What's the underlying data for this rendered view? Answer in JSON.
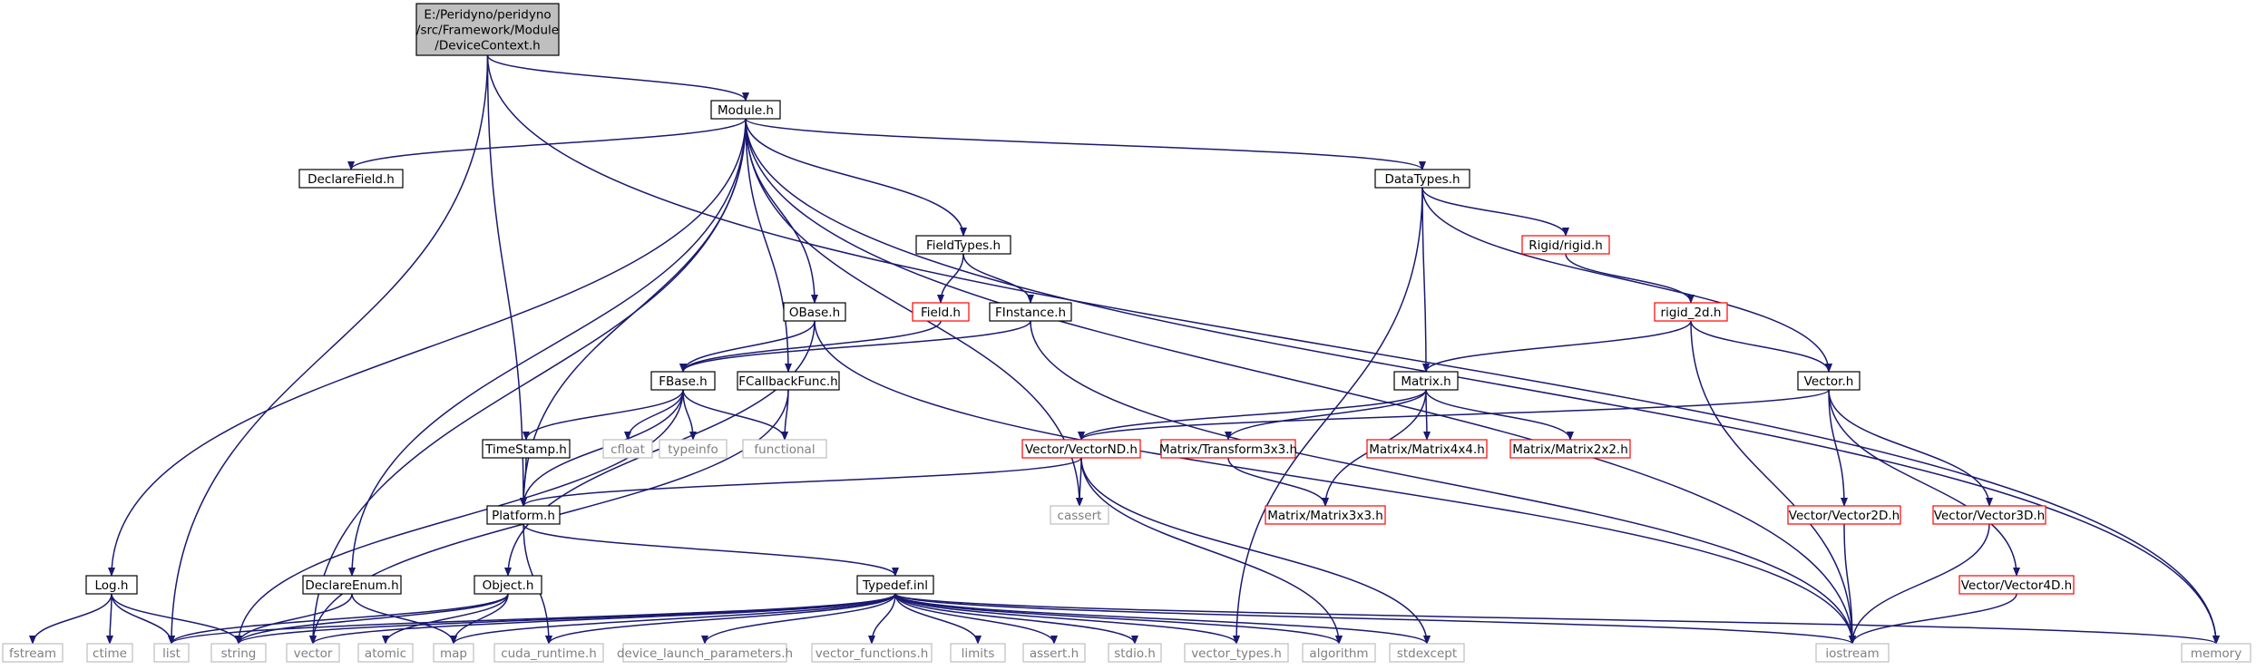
{
  "colors": {
    "edge": "#191970",
    "normal_border": "#000000",
    "external_border": "#bfbfbf",
    "external_text": "#7f7f7f",
    "incomplete_border": "#ff0000",
    "root_fill": "#bfbfbf",
    "node_fill": "#ffffff"
  },
  "nodes": [
    {
      "id": "root",
      "kind": "root",
      "lines": [
        "E:/Peridyno/peridyno",
        "/src/Framework/Module",
        "/DeviceContext.h"
      ]
    },
    {
      "id": "module",
      "kind": "normal",
      "lines": [
        "Module.h"
      ]
    },
    {
      "id": "declarefield",
      "kind": "normal",
      "lines": [
        "DeclareField.h"
      ]
    },
    {
      "id": "datatypes",
      "kind": "normal",
      "lines": [
        "DataTypes.h"
      ]
    },
    {
      "id": "fieldtypes",
      "kind": "normal",
      "lines": [
        "FieldTypes.h"
      ]
    },
    {
      "id": "rigid",
      "kind": "incomplete",
      "lines": [
        "Rigid/rigid.h"
      ]
    },
    {
      "id": "obase",
      "kind": "normal",
      "lines": [
        "OBase.h"
      ]
    },
    {
      "id": "field",
      "kind": "incomplete",
      "lines": [
        "Field.h"
      ]
    },
    {
      "id": "finstance",
      "kind": "normal",
      "lines": [
        "FInstance.h"
      ]
    },
    {
      "id": "rigid2d",
      "kind": "incomplete",
      "lines": [
        "rigid_2d.h"
      ]
    },
    {
      "id": "fbase",
      "kind": "normal",
      "lines": [
        "FBase.h"
      ]
    },
    {
      "id": "fcallback",
      "kind": "normal",
      "lines": [
        "FCallbackFunc.h"
      ]
    },
    {
      "id": "matrix",
      "kind": "normal",
      "lines": [
        "Matrix.h"
      ]
    },
    {
      "id": "vector",
      "kind": "normal",
      "lines": [
        "Vector.h"
      ]
    },
    {
      "id": "timestamp",
      "kind": "normal",
      "lines": [
        "TimeStamp.h"
      ]
    },
    {
      "id": "cfloat",
      "kind": "external",
      "lines": [
        "cfloat"
      ]
    },
    {
      "id": "typeinfo",
      "kind": "external",
      "lines": [
        "typeinfo"
      ]
    },
    {
      "id": "functional",
      "kind": "external",
      "lines": [
        "functional"
      ]
    },
    {
      "id": "vectornd",
      "kind": "incomplete",
      "lines": [
        "Vector/VectorND.h"
      ]
    },
    {
      "id": "transform3x3",
      "kind": "incomplete",
      "lines": [
        "Matrix/Transform3x3.h"
      ]
    },
    {
      "id": "matrix4x4",
      "kind": "incomplete",
      "lines": [
        "Matrix/Matrix4x4.h"
      ]
    },
    {
      "id": "matrix2x2",
      "kind": "incomplete",
      "lines": [
        "Matrix/Matrix2x2.h"
      ]
    },
    {
      "id": "platform",
      "kind": "normal",
      "lines": [
        "Platform.h"
      ]
    },
    {
      "id": "cassert",
      "kind": "external",
      "lines": [
        "cassert"
      ]
    },
    {
      "id": "matrix3x3",
      "kind": "incomplete",
      "lines": [
        "Matrix/Matrix3x3.h"
      ]
    },
    {
      "id": "vector2d",
      "kind": "incomplete",
      "lines": [
        "Vector/Vector2D.h"
      ]
    },
    {
      "id": "vector3d",
      "kind": "incomplete",
      "lines": [
        "Vector/Vector3D.h"
      ]
    },
    {
      "id": "log",
      "kind": "normal",
      "lines": [
        "Log.h"
      ]
    },
    {
      "id": "declareenum",
      "kind": "normal",
      "lines": [
        "DeclareEnum.h"
      ]
    },
    {
      "id": "object",
      "kind": "normal",
      "lines": [
        "Object.h"
      ]
    },
    {
      "id": "typedef",
      "kind": "normal",
      "lines": [
        "Typedef.inl"
      ]
    },
    {
      "id": "vector4d",
      "kind": "incomplete",
      "lines": [
        "Vector/Vector4D.h"
      ]
    },
    {
      "id": "fstream",
      "kind": "external",
      "lines": [
        "fstream"
      ]
    },
    {
      "id": "ctime",
      "kind": "external",
      "lines": [
        "ctime"
      ]
    },
    {
      "id": "list",
      "kind": "external",
      "lines": [
        "list"
      ]
    },
    {
      "id": "string",
      "kind": "external",
      "lines": [
        "string"
      ]
    },
    {
      "id": "vectorstd",
      "kind": "external",
      "lines": [
        "vector"
      ]
    },
    {
      "id": "atomic",
      "kind": "external",
      "lines": [
        "atomic"
      ]
    },
    {
      "id": "map",
      "kind": "external",
      "lines": [
        "map"
      ]
    },
    {
      "id": "cudaruntime",
      "kind": "external",
      "lines": [
        "cuda_runtime.h"
      ]
    },
    {
      "id": "devicelaunch",
      "kind": "external",
      "lines": [
        "device_launch_parameters.h"
      ]
    },
    {
      "id": "vectorfunctions",
      "kind": "external",
      "lines": [
        "vector_functions.h"
      ]
    },
    {
      "id": "limits",
      "kind": "external",
      "lines": [
        "limits"
      ]
    },
    {
      "id": "assert",
      "kind": "external",
      "lines": [
        "assert.h"
      ]
    },
    {
      "id": "stdio",
      "kind": "external",
      "lines": [
        "stdio.h"
      ]
    },
    {
      "id": "vectortypes",
      "kind": "external",
      "lines": [
        "vector_types.h"
      ]
    },
    {
      "id": "algorithm",
      "kind": "external",
      "lines": [
        "algorithm"
      ]
    },
    {
      "id": "stdexcept",
      "kind": "external",
      "lines": [
        "stdexcept"
      ]
    },
    {
      "id": "iostream",
      "kind": "external",
      "lines": [
        "iostream"
      ]
    },
    {
      "id": "memory",
      "kind": "external",
      "lines": [
        "memory"
      ]
    }
  ],
  "edges": [
    [
      "root",
      "module"
    ],
    [
      "root",
      "platform"
    ],
    [
      "root",
      "list"
    ],
    [
      "root",
      "memory"
    ],
    [
      "module",
      "declarefield"
    ],
    [
      "module",
      "datatypes"
    ],
    [
      "module",
      "fieldtypes"
    ],
    [
      "module",
      "obase"
    ],
    [
      "module",
      "fcallback"
    ],
    [
      "module",
      "platform"
    ],
    [
      "module",
      "log"
    ],
    [
      "module",
      "declareenum"
    ],
    [
      "module",
      "vectorstd"
    ],
    [
      "module",
      "cassert"
    ],
    [
      "module",
      "iostream"
    ],
    [
      "module",
      "memory"
    ],
    [
      "datatypes",
      "rigid"
    ],
    [
      "datatypes",
      "matrix"
    ],
    [
      "datatypes",
      "vector"
    ],
    [
      "datatypes",
      "vectortypes"
    ],
    [
      "fieldtypes",
      "field"
    ],
    [
      "fieldtypes",
      "finstance"
    ],
    [
      "rigid",
      "rigid2d"
    ],
    [
      "rigid2d",
      "matrix"
    ],
    [
      "rigid2d",
      "vector"
    ],
    [
      "rigid2d",
      "iostream"
    ],
    [
      "obase",
      "fbase"
    ],
    [
      "obase",
      "object"
    ],
    [
      "obase",
      "iostream"
    ],
    [
      "field",
      "fbase"
    ],
    [
      "finstance",
      "fbase"
    ],
    [
      "finstance",
      "iostream"
    ],
    [
      "fbase",
      "timestamp"
    ],
    [
      "fbase",
      "cfloat"
    ],
    [
      "fbase",
      "typeinfo"
    ],
    [
      "fbase",
      "functional"
    ],
    [
      "fbase",
      "platform"
    ],
    [
      "fbase",
      "string"
    ],
    [
      "fcallback",
      "functional"
    ],
    [
      "fcallback",
      "vectorstd"
    ],
    [
      "timestamp",
      "platform"
    ],
    [
      "matrix",
      "vectornd"
    ],
    [
      "matrix",
      "transform3x3"
    ],
    [
      "matrix",
      "matrix4x4"
    ],
    [
      "matrix",
      "matrix2x2"
    ],
    [
      "matrix",
      "matrix3x3"
    ],
    [
      "transform3x3",
      "matrix3x3"
    ],
    [
      "vector",
      "vectornd"
    ],
    [
      "vector",
      "vector2d"
    ],
    [
      "vector",
      "vector3d"
    ],
    [
      "vector",
      "vector4d"
    ],
    [
      "vectornd",
      "platform"
    ],
    [
      "vectornd",
      "cassert"
    ],
    [
      "vectornd",
      "algorithm"
    ],
    [
      "vectornd",
      "stdexcept"
    ],
    [
      "platform",
      "typedef"
    ],
    [
      "platform",
      "cudaruntime"
    ],
    [
      "vector2d",
      "iostream"
    ],
    [
      "vector3d",
      "iostream"
    ],
    [
      "vector4d",
      "iostream"
    ],
    [
      "log",
      "fstream"
    ],
    [
      "log",
      "ctime"
    ],
    [
      "log",
      "list"
    ],
    [
      "log",
      "string"
    ],
    [
      "declareenum",
      "string"
    ],
    [
      "declareenum",
      "map"
    ],
    [
      "object",
      "string"
    ],
    [
      "object",
      "atomic"
    ],
    [
      "object",
      "map"
    ],
    [
      "object",
      "list"
    ],
    [
      "typedef",
      "list"
    ],
    [
      "typedef",
      "string"
    ],
    [
      "typedef",
      "vectorstd"
    ],
    [
      "typedef",
      "map"
    ],
    [
      "typedef",
      "cudaruntime"
    ],
    [
      "typedef",
      "devicelaunch"
    ],
    [
      "typedef",
      "vectorfunctions"
    ],
    [
      "typedef",
      "limits"
    ],
    [
      "typedef",
      "assert"
    ],
    [
      "typedef",
      "stdio"
    ],
    [
      "typedef",
      "vectortypes"
    ],
    [
      "typedef",
      "algorithm"
    ],
    [
      "typedef",
      "stdexcept"
    ],
    [
      "typedef",
      "iostream"
    ],
    [
      "typedef",
      "memory"
    ]
  ]
}
